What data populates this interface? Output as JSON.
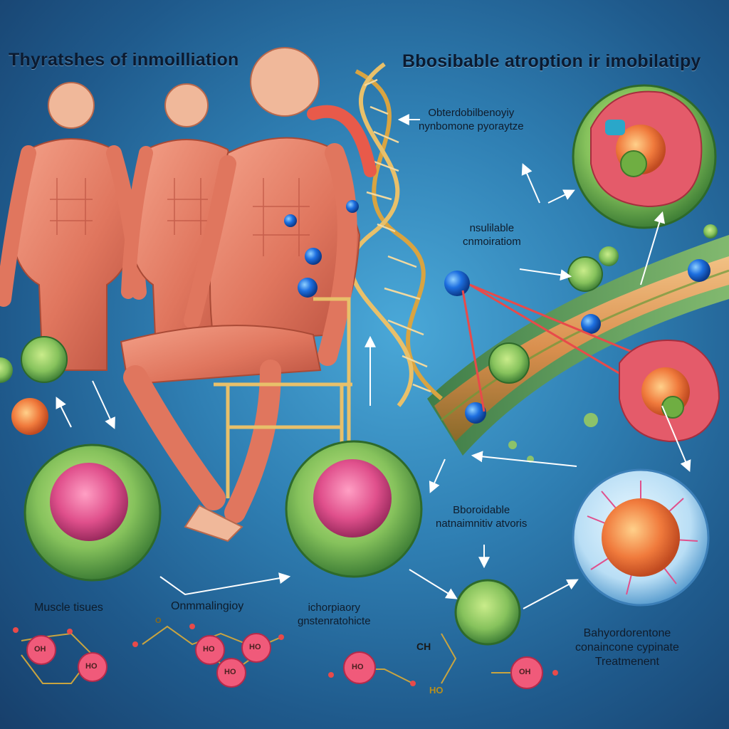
{
  "titles": {
    "left": "Thyratshes of inmoilliation",
    "right": "Bbosibable atroption ir imobilatipy"
  },
  "callouts": {
    "dna_top_line1": "Obterdobilbenoyiy",
    "dna_top_line2": "nynbomone pyoraytze",
    "mid_right_line1": "nsulilable",
    "mid_right_line2": "cnmoiratiom",
    "lower_right_line1": "Bboroidable",
    "lower_right_line2": "natnaimnitiv atvoris",
    "muscle_tissues": "Muscle tisues",
    "inflammation": "Onmmalingioy",
    "center_line1": "ichorpiaory",
    "center_line2": "gnstenratohicte",
    "treatment_line1": "Bahyordorentone",
    "treatment_line2": "conaincone cypinate",
    "treatment_line3": "Treatmenent"
  },
  "molecules": {
    "m1": "OH",
    "m2": "HO",
    "m3": "O",
    "m4": "HO",
    "m5": "HO",
    "m6": "HO",
    "m7": "HO",
    "m8": "CH",
    "m9": "HO",
    "m10": "OH"
  },
  "colors": {
    "background": "#2f7fb3",
    "muscle": "#e0765e",
    "cell_green": "#7cbf5a",
    "nucleus_pink": "#d9457a",
    "tumor_orange": "#f07a3c",
    "dna_gold": "#d9a441",
    "marker_blue": "#1d6fe0",
    "arrow_red": "#e84a4a"
  }
}
